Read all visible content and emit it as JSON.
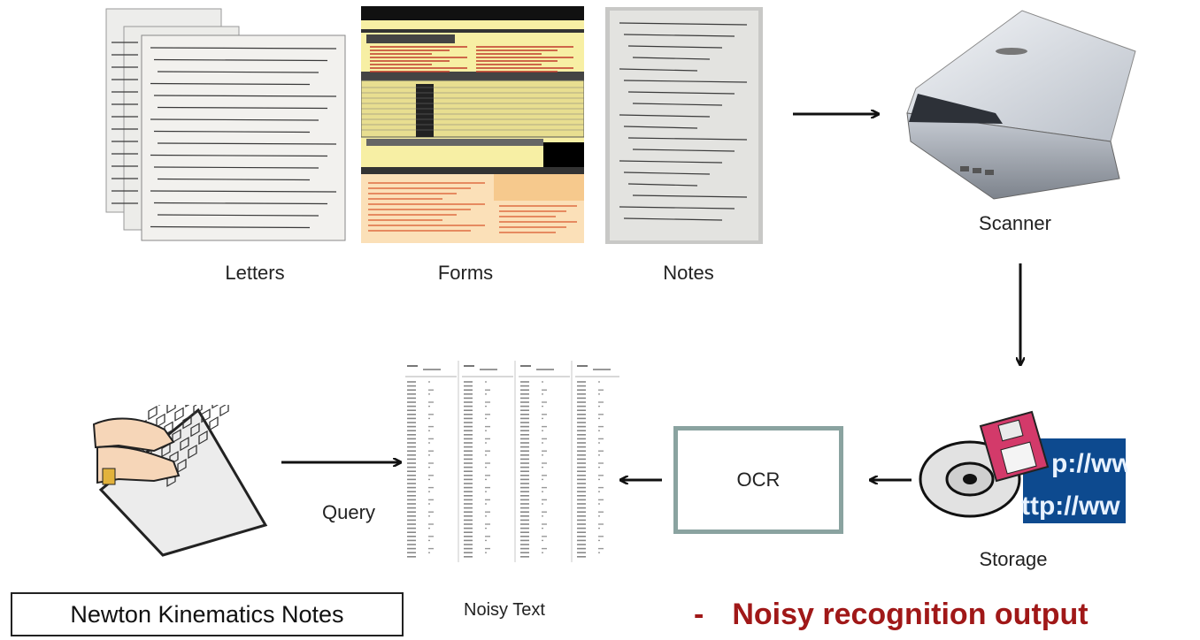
{
  "labels": {
    "letters": "Letters",
    "forms": "Forms",
    "notes": "Notes",
    "scanner": "Scanner",
    "storage": "Storage",
    "ocr": "OCR",
    "query": "Query",
    "noisy_text": "Noisy Text"
  },
  "title_box": "Newton Kinematics Notes",
  "caption": {
    "dash": "-",
    "text": "Noisy recognition output",
    "color": "#a01818"
  },
  "storage_screen": {
    "line1": "p://ww",
    "line2": "ttp://ww"
  },
  "ocr_box_color": "#8aa3a0",
  "icons": [
    "letters-image",
    "forms-image",
    "notes-image",
    "scanner-icon",
    "storage-icon",
    "keyboard-icon",
    "noisy-text-table-image"
  ]
}
